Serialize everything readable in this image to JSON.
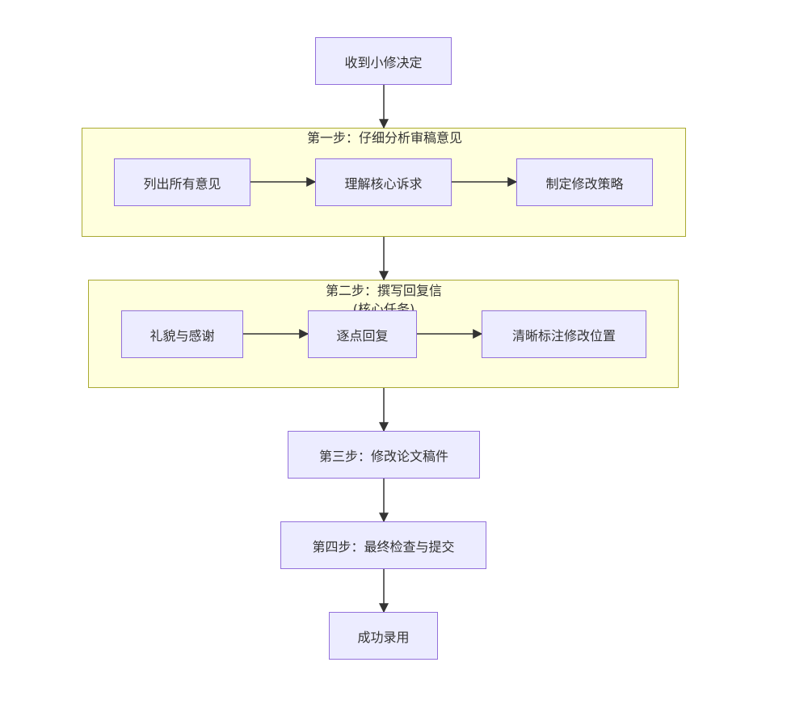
{
  "colors": {
    "node_fill": "#ececff",
    "node_border": "#9370db",
    "cluster_fill": "#ffffde",
    "cluster_border": "#aaaa33",
    "edge": "#333333",
    "text": "#333333"
  },
  "nodes": {
    "start": "收到小修决定",
    "list_comments": "列出所有意见",
    "understand": "理解核心诉求",
    "strategy": "制定修改策略",
    "thanks": "礼貌与感谢",
    "point_reply": "逐点回复",
    "mark_changes": "清晰标注修改位置",
    "revise": "第三步：修改论文稿件",
    "final_check": "第四步：最终检查与提交",
    "accepted": "成功录用"
  },
  "clusters": {
    "step1_title": "第一步：仔细分析审稿意见",
    "step2_title": "第二步：撰写回复信",
    "step2_subtitle": "(核心任务)"
  }
}
